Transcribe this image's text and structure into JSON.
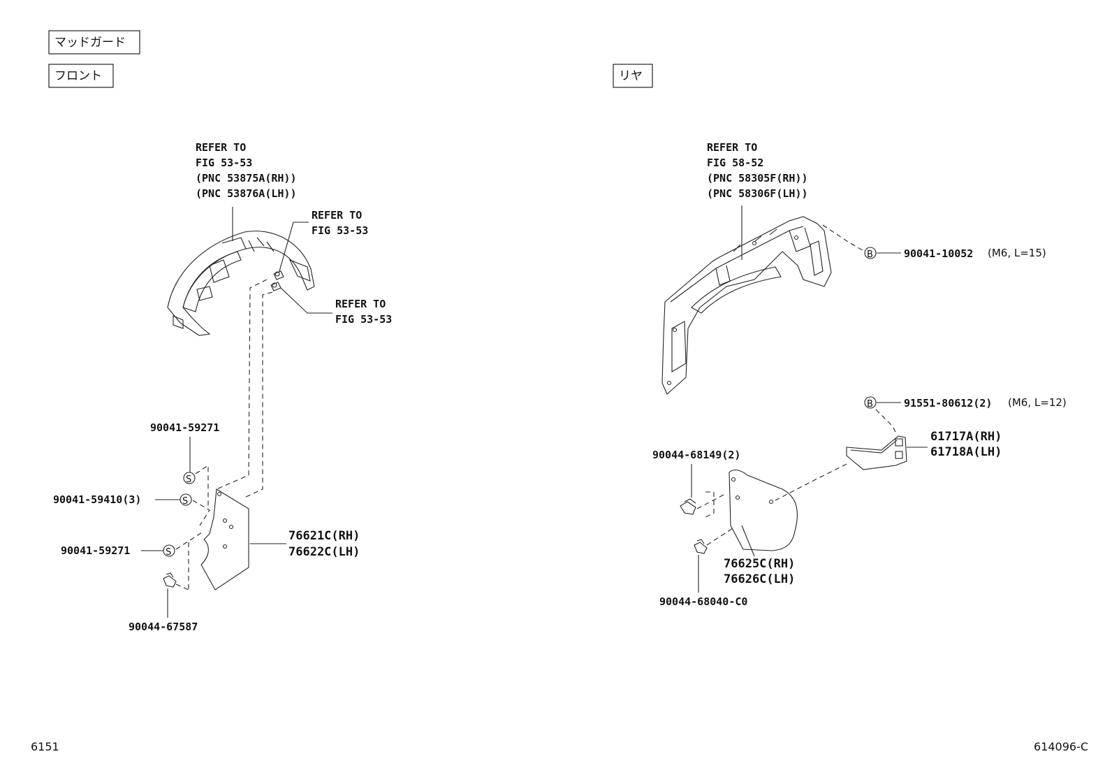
{
  "headers": {
    "mudguard": "マッドガード",
    "front": "フロント",
    "rear": "リヤ"
  },
  "front": {
    "refer_fender_liner": [
      "REFER TO",
      "FIG 53-53",
      "(PNC 53875A(RH))",
      "(PNC 53876A(LH))"
    ],
    "refer_clip_upper": [
      "REFER TO",
      "FIG 53-53"
    ],
    "refer_clip_lower": [
      "REFER TO",
      "FIG 53-53"
    ],
    "screw_top": "90041-59271",
    "screw_mid_qty": "90041-59410(3)",
    "screw_bottom": "90041-59271",
    "clip_bottom": "90044-67587",
    "mudguard_rh": "76621C(RH)",
    "mudguard_lh": "76622C(LH)",
    "symbol_s": "S"
  },
  "rear": {
    "refer_panel": [
      "REFER TO",
      "FIG 58-52",
      "(PNC 58305F(RH))",
      "(PNC 58306F(LH))"
    ],
    "bolt_b1": "90041-10052",
    "bolt_b1_spec": "(M6, L=15)",
    "bolt_b2": "91551-80612(2)",
    "bolt_b2_spec": "(M6, L=12)",
    "bracket_rh": "61717A(RH)",
    "bracket_lh": "61718A(LH)",
    "clip_upper": "90044-68149(2)",
    "clip_lower": "90044-68040-C0",
    "mudguard_rh": "76625C(RH)",
    "mudguard_lh": "76626C(LH)",
    "symbol_b": "B"
  },
  "footer": {
    "left_code": "6151",
    "right_code": "614096-C"
  }
}
